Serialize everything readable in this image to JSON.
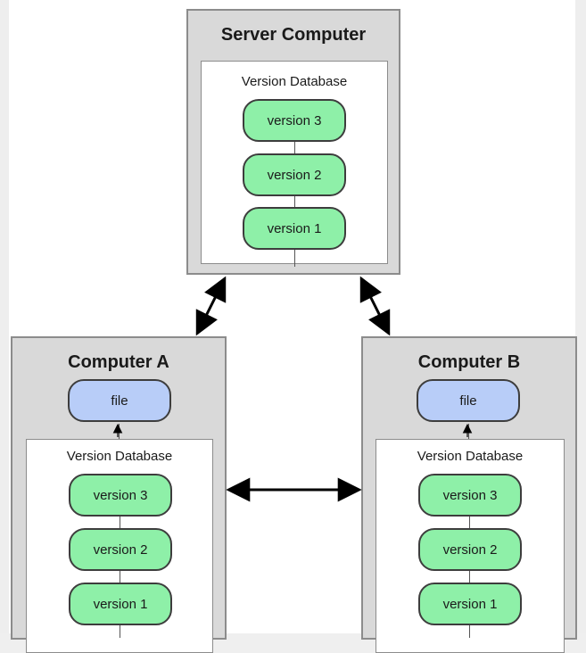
{
  "colors": {
    "computer_bg": "#d9d9d9",
    "border": "#8c8c8c",
    "version_fill": "#8ef0a8",
    "file_fill": "#b8cdf8",
    "arrow": "#000000"
  },
  "server": {
    "title": "Server Computer",
    "db_label": "Version Database",
    "versions": [
      "version 3",
      "version 2",
      "version 1"
    ]
  },
  "computer_a": {
    "title": "Computer A",
    "file": "file",
    "db_label": "Version Database",
    "versions": [
      "version 3",
      "version 2",
      "version 1"
    ]
  },
  "computer_b": {
    "title": "Computer B",
    "file": "file",
    "db_label": "Version Database",
    "versions": [
      "version 3",
      "version 2",
      "version 1"
    ]
  }
}
